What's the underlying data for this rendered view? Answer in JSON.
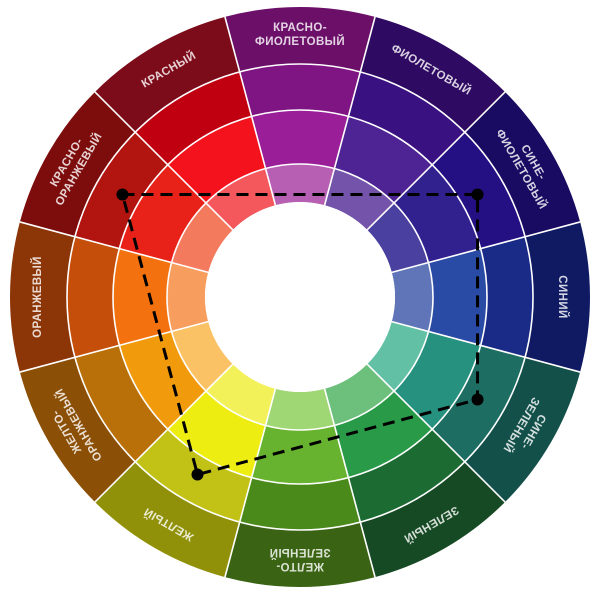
{
  "diagram": {
    "type": "color-wheel",
    "scheme": "tetradic-rectangle",
    "hues": [
      {
        "id": "red-violet",
        "label": [
          "КРАСНО-",
          "ФИОЛЕТОВЫЙ"
        ],
        "rings": [
          "#6b0f68",
          "#7f1582",
          "#9a1e98",
          "#b65fb3"
        ]
      },
      {
        "id": "violet",
        "label": [
          "ФИОЛЕТОВЫЙ"
        ],
        "rings": [
          "#2f0a62",
          "#3a1181",
          "#4e2394",
          "#7354aa"
        ]
      },
      {
        "id": "blue-violet",
        "label": [
          "СИНЕ-",
          "ФИОЛЕТОВЫЙ"
        ],
        "rings": [
          "#1a0b62",
          "#241083",
          "#31218f",
          "#4a409f"
        ]
      },
      {
        "id": "blue",
        "label": [
          "СИНИЙ"
        ],
        "rings": [
          "#0f1a63",
          "#1a2a87",
          "#2a4ba5",
          "#5f75b7"
        ]
      },
      {
        "id": "blue-green",
        "label": [
          "СИНЕ-",
          "ЗЕЛЕНЫЙ"
        ],
        "rings": [
          "#13504a",
          "#1d6d63",
          "#26917f",
          "#62c0a4"
        ]
      },
      {
        "id": "green",
        "label": [
          "ЗЕЛЕНЫЙ"
        ],
        "rings": [
          "#164a24",
          "#1c6b32",
          "#299a47",
          "#6cc07c"
        ]
      },
      {
        "id": "yellow-green",
        "label": [
          "ЖЕЛТО-",
          "ЗЕЛЕНЫЙ"
        ],
        "rings": [
          "#3a6313",
          "#4a8a1b",
          "#67b22e",
          "#a0d775"
        ]
      },
      {
        "id": "yellow",
        "label": [
          "ЖЕЛТЫЙ"
        ],
        "rings": [
          "#909109",
          "#c2c216",
          "#eded12",
          "#f2f15a"
        ]
      },
      {
        "id": "yellow-orange",
        "label": [
          "ЖЕЛТО-",
          "ОРАНЖЕВЫЙ"
        ],
        "rings": [
          "#8b4f06",
          "#b97009",
          "#f09a0c",
          "#fbc265"
        ]
      },
      {
        "id": "orange",
        "label": [
          "ОРАНЖЕВЫЙ"
        ],
        "rings": [
          "#8c3507",
          "#c44e0a",
          "#f3720f",
          "#f79d5d"
        ]
      },
      {
        "id": "red-orange",
        "label": [
          "КРАСНО-",
          "ОРАНЖЕВЫЙ"
        ],
        "rings": [
          "#7d0d0d",
          "#b2150f",
          "#e82119",
          "#f47a5e"
        ]
      },
      {
        "id": "red",
        "label": [
          "КРАСНЫЙ"
        ],
        "rings": [
          "#7d0c1a",
          "#c00011",
          "#f4121c",
          "#f4575c"
        ]
      }
    ],
    "scheme_points": [
      "red-orange",
      "blue-violet",
      "blue-green",
      "yellow"
    ],
    "scheme_line_color": "#000000",
    "divider_color": "#ffffff",
    "center_color": "#ffffff"
  }
}
